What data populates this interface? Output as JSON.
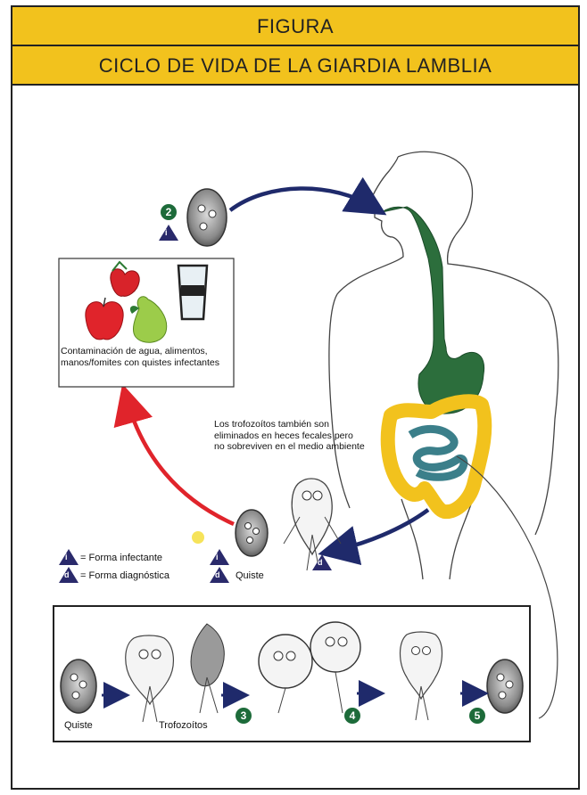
{
  "header": {
    "figure_label": "FIGURA",
    "title": "CICLO DE VIDA DE LA GIARDIA LAMBLIA"
  },
  "contamination_box": {
    "text": "Contaminación de agua, alimentos, manos/fomites con quistes infectantes"
  },
  "trophozoite_note": {
    "text": "Los trofozoítos también son eliminados en heces fecales pero no sobreviven en el medio ambiente"
  },
  "legend": {
    "infective_symbol": "i",
    "infective_label": "= Forma infectante",
    "diagnostic_symbol": "d",
    "diagnostic_label": "= Forma diagnóstica"
  },
  "stages": {
    "step2": "2",
    "step3": "3",
    "step4": "4",
    "step5": "5",
    "cyst_label": "Quiste",
    "symbol_i": "i",
    "symbol_d": "d"
  },
  "bottom_panel": {
    "cyst_left_label": "Quiste",
    "trophozoites_label": "Trofozoítos"
  },
  "colors": {
    "header_bg": "#f2c21d",
    "step_green": "#1d6b3a",
    "arrow_navy": "#1f2a6b",
    "arrow_red": "#e0242b",
    "gut_green": "#2c6e3c",
    "colon_yellow": "#f2c21d",
    "small_intestine_teal": "#3b7f8a"
  }
}
